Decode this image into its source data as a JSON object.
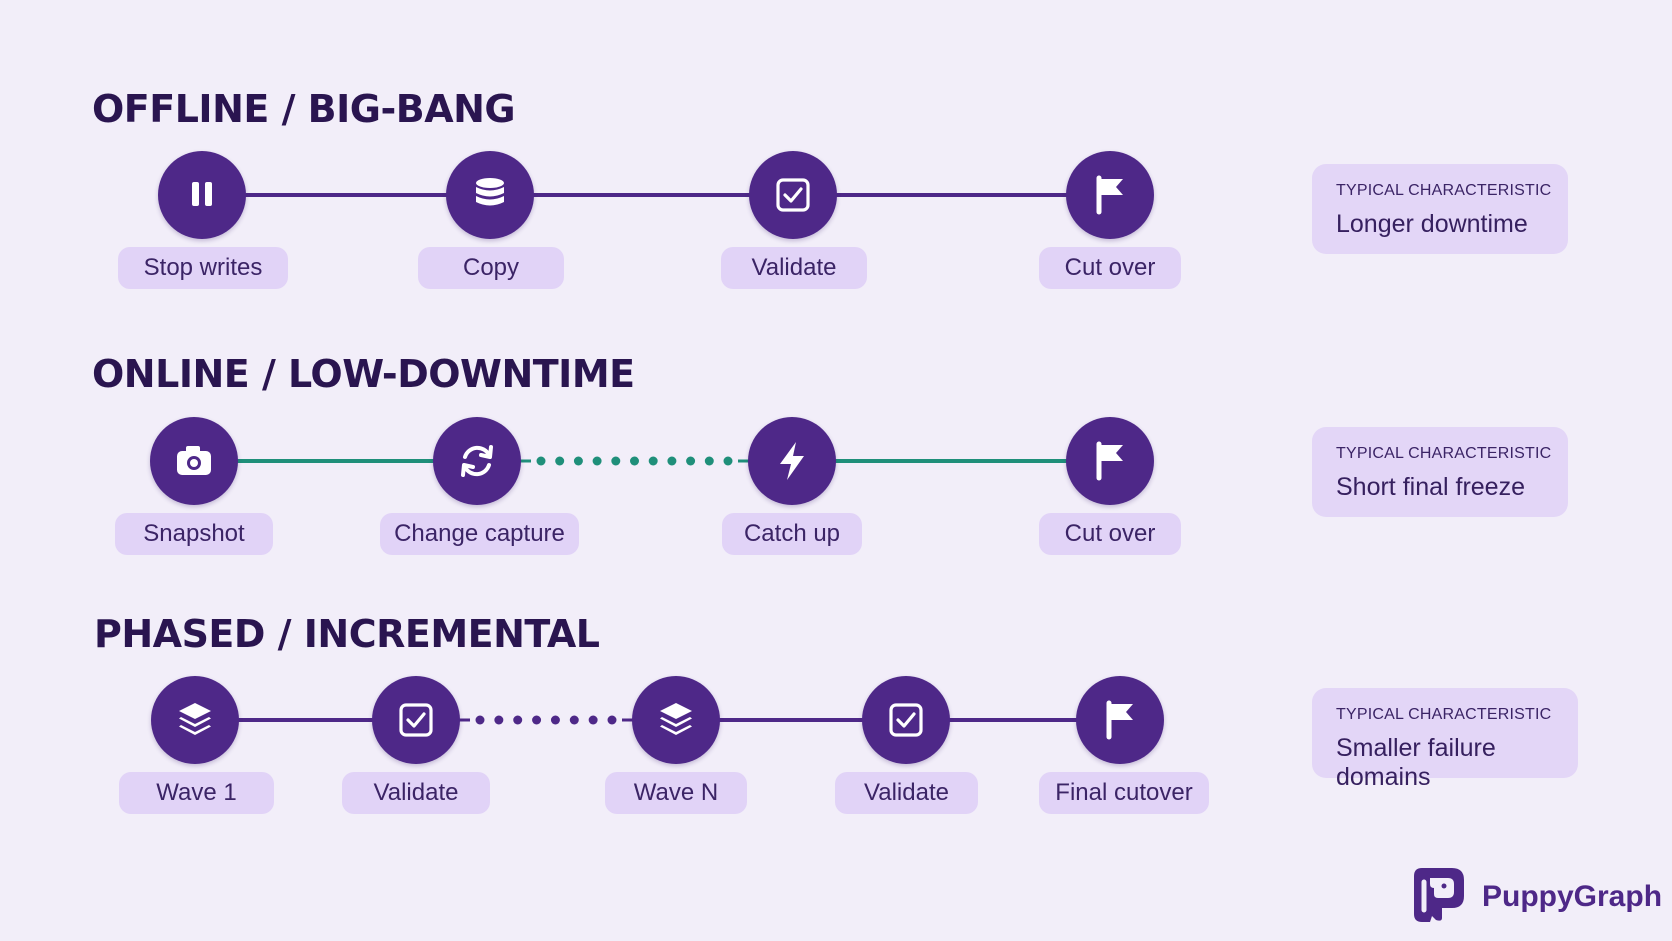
{
  "sections": [
    {
      "title": "OFFLINE / BIG-BANG",
      "steps": [
        {
          "label": "Stop writes",
          "icon": "pause-icon"
        },
        {
          "label": "Copy",
          "icon": "database-icon"
        },
        {
          "label": "Validate",
          "icon": "checkbox-icon"
        },
        {
          "label": "Cut over",
          "icon": "flag-icon"
        }
      ],
      "connectors": [
        "solid",
        "solid",
        "solid"
      ],
      "connector_color": "#4e2888",
      "card": {
        "caption": "TYPICAL CHARACTERISTIC",
        "value": "Longer downtime"
      }
    },
    {
      "title": "ONLINE / LOW-DOWNTIME",
      "steps": [
        {
          "label": "Snapshot",
          "icon": "camera-icon"
        },
        {
          "label": "Change capture",
          "icon": "sync-icon"
        },
        {
          "label": "Catch up",
          "icon": "lightning-icon"
        },
        {
          "label": "Cut over",
          "icon": "flag-icon"
        }
      ],
      "connectors": [
        "solid",
        "dotted",
        "solid"
      ],
      "connector_color": "#1f8f7a",
      "card": {
        "caption": "TYPICAL CHARACTERISTIC",
        "value": "Short final freeze"
      }
    },
    {
      "title": "PHASED / INCREMENTAL",
      "steps": [
        {
          "label": "Wave 1",
          "icon": "layers-icon"
        },
        {
          "label": "Validate",
          "icon": "checkbox-icon"
        },
        {
          "label": "Wave N",
          "icon": "layers-icon"
        },
        {
          "label": "Validate",
          "icon": "checkbox-icon"
        },
        {
          "label": "Final cutover",
          "icon": "flag-icon"
        }
      ],
      "connectors": [
        "solid",
        "dotted",
        "solid",
        "solid"
      ],
      "connector_color": "#4e2888",
      "card": {
        "caption": "TYPICAL CHARACTERISTIC",
        "value": "Smaller failure domains"
      }
    }
  ],
  "brand": {
    "name": "PuppyGraph",
    "icon": "puppygraph-logo-icon"
  },
  "colors": {
    "background": "#f2eef9",
    "node": "#4e2888",
    "pill": "#e1d3f7",
    "card": "#e3d6f7",
    "title": "#2a1550",
    "teal": "#1f8f7a"
  }
}
